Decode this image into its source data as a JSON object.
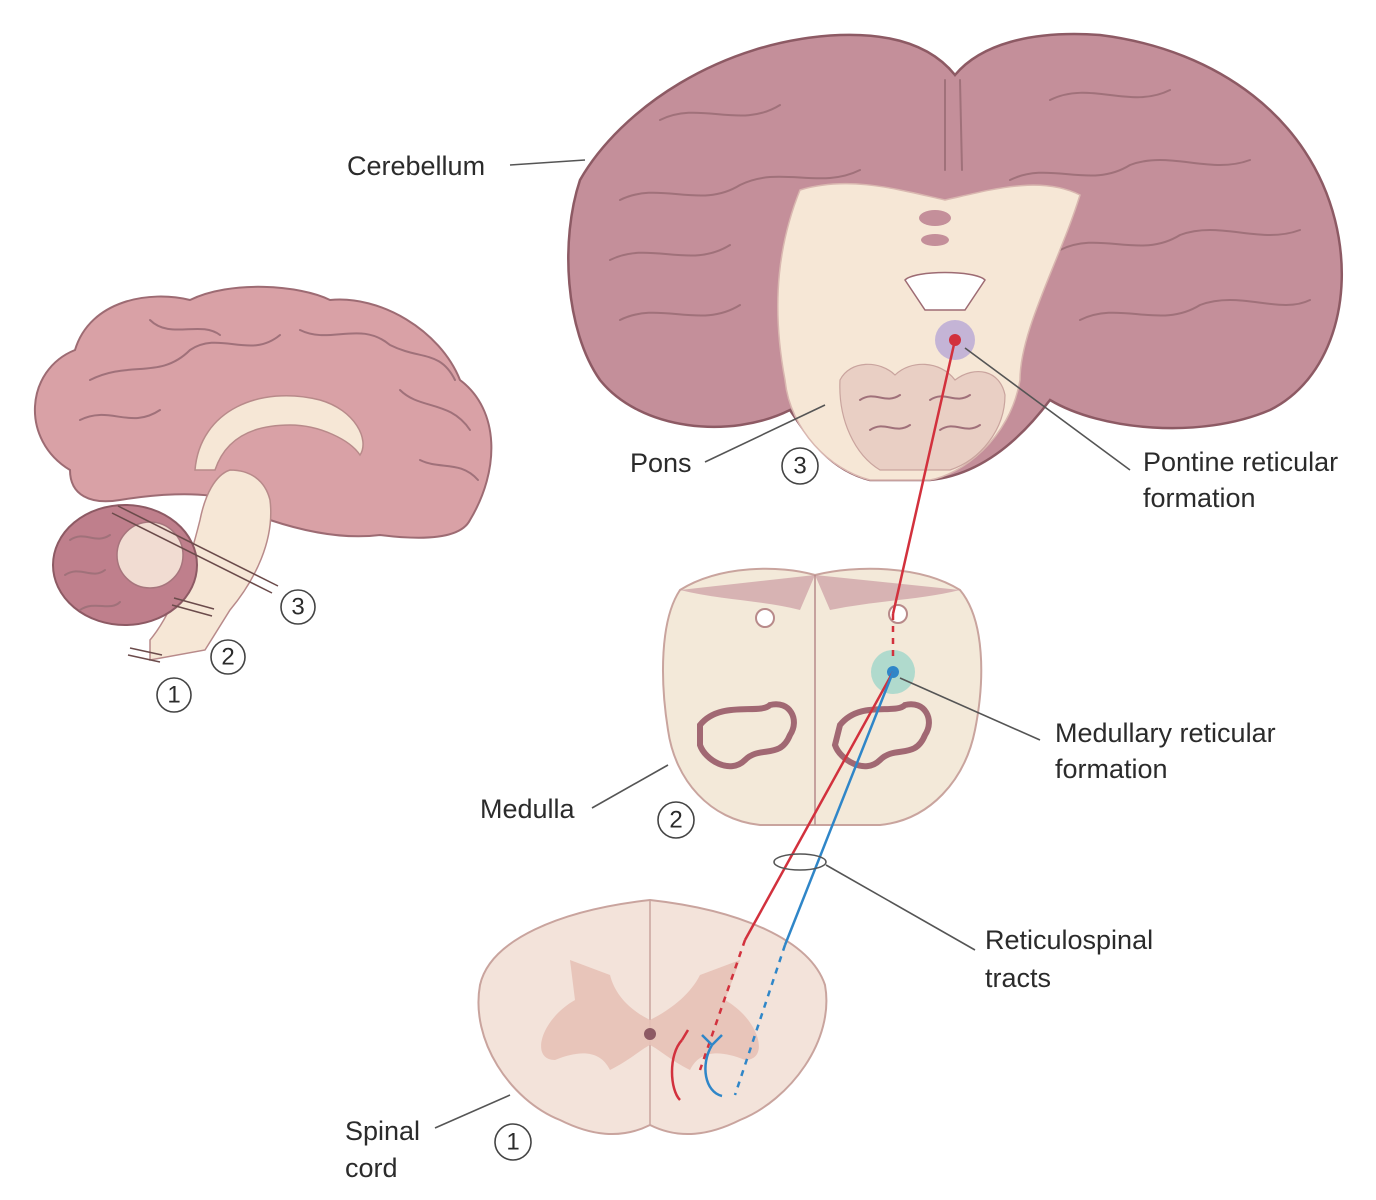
{
  "labels": {
    "cerebellum": "Cerebellum",
    "pons": "Pons",
    "pontine_rf_line1": "Pontine reticular",
    "pontine_rf_line2": "formation",
    "medulla": "Medulla",
    "medullary_rf_line1": "Medullary reticular",
    "medullary_rf_line2": "formation",
    "reticulospinal_line1": "Reticulospinal",
    "reticulospinal_line2": "tracts",
    "spinal_cord_line1": "Spinal",
    "spinal_cord_line2": "cord"
  },
  "section_markers": {
    "one": "1",
    "two": "2",
    "three": "3"
  },
  "colors": {
    "tissue_pink": "#c48f9a",
    "tissue_light": "#f6e7d6",
    "gray_matter": "#e7c1b6",
    "pontine_tract": "#d2313d",
    "medullary_tract": "#2f86c8",
    "leader_lines": "#555555"
  }
}
